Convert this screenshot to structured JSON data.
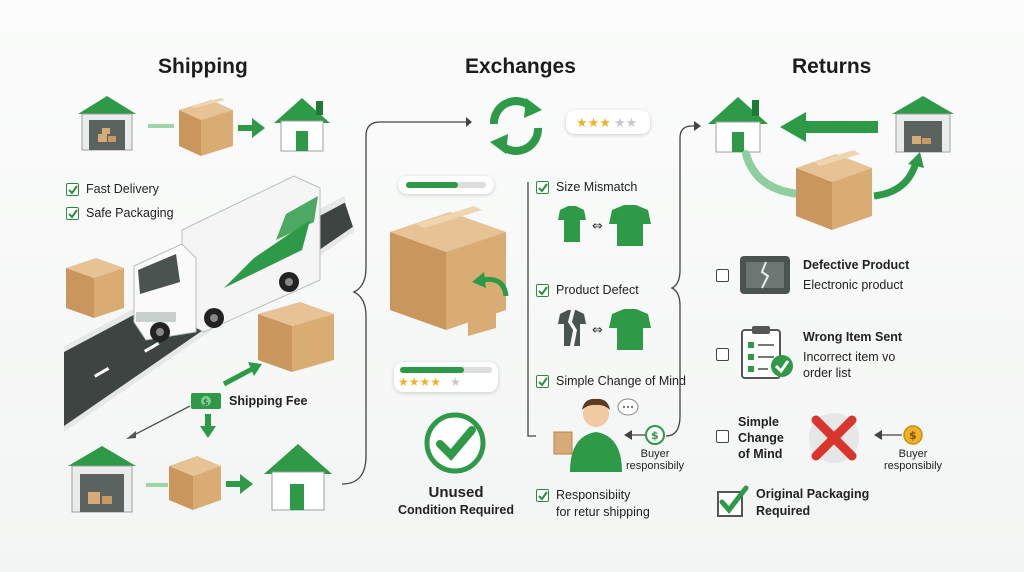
{
  "colors": {
    "green": "#2e9a48",
    "dark_green": "#1f7a35",
    "box": "#d6ab77",
    "red": "#d9352c"
  },
  "shipping": {
    "title": "Shipping",
    "features": [
      "Fast Delivery",
      "Safe Packaging"
    ],
    "fee_label": "Shipping Fee"
  },
  "exchanges": {
    "title": "Exchanges",
    "reasons": [
      "Size Mismatch",
      "Product Defect",
      "Simple Change of Mind"
    ],
    "buyer_label": "Buyer responsibily",
    "unused_line1": "Unused",
    "unused_line2": "Condition Required",
    "responsibility_line1": "Responsibiity",
    "responsibility_line2": "for retur shipping"
  },
  "returns": {
    "title": "Returns",
    "defective_title": "Defective Product",
    "defective_sub": "Electronic product",
    "wrong_title": "Wrong Item Sent",
    "wrong_sub_line1": "Incorrect item vo",
    "wrong_sub_line2": "order list",
    "mind_line1": "Simple",
    "mind_line2": "Change",
    "mind_line3": "of Mind",
    "buyer_label": "Buyer responsibily",
    "packaging_line1": "Original Packaging",
    "packaging_line2": "Required"
  }
}
